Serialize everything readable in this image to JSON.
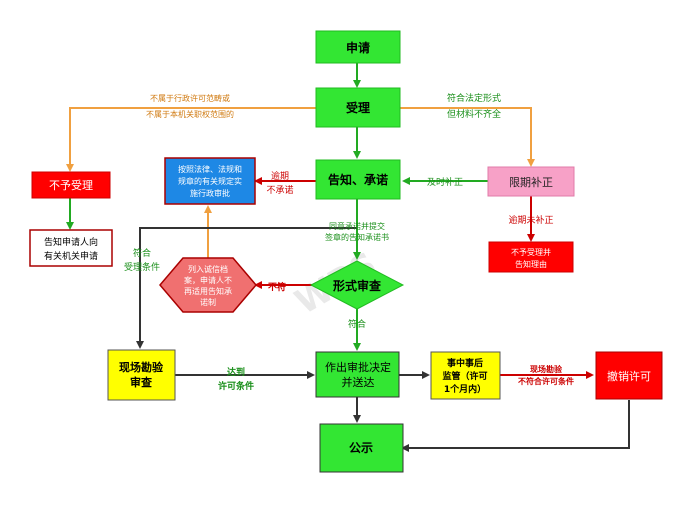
{
  "nodes": {
    "apply": "申请",
    "accept": "受理",
    "notify": "告知、承诺",
    "reject": "不予受理",
    "notify_reject_1": "告知申请人向",
    "notify_reject_2": "有关机关申请",
    "deadline": "限期补正",
    "no_accept_1": "不予受理并",
    "no_accept_2": "告知理由",
    "law_1": "按照法律、法规和",
    "law_2": "规章的有关规定实",
    "law_3": "施行政审批",
    "list_1": "列入诚信档",
    "list_2": "案，申请人不",
    "list_3": "再适用告知承",
    "list_4": "诺制",
    "formal_review": "形式审查",
    "onsite_1": "现场勘验",
    "onsite_2": "审查",
    "decide_1": "作出审批决定",
    "decide_2": "并送达",
    "supervise_1": "事中事后",
    "supervise_2": "监管（许可",
    "supervise_3": "1个月内）",
    "revoke": "撤销许可",
    "publicize": "公示"
  },
  "edge_labels": {
    "not_scope_1": "不属于行政许可范畴或",
    "not_scope_2": "不属于本机关职权范围的",
    "legal_form_1": "符合法定形式",
    "legal_form_2": "但材料不齐全",
    "overdue_1": "逾期",
    "overdue_2": "不承诺",
    "timely_fix": "及时补正",
    "overdue_fix": "逾期未补正",
    "agree_1": "同意承诺并提交",
    "agree_2": "签章的告知承诺书",
    "meets_accept_1": "符合",
    "meets_accept_2": "受理条件",
    "not_meet": "不符",
    "meets": "符合",
    "reach_1": "达到",
    "reach_2": "许可条件",
    "onsite_fail_1": "现场勘验",
    "onsite_fail_2": "不符合许可条件"
  },
  "watermark": "WPS",
  "colors": {
    "green": "#33e633",
    "green_dark": "#118811",
    "red": "#ff0000",
    "red_dark": "#aa0000",
    "orange": "#f0a040",
    "pink": "#f7a1c7",
    "blue": "#1e88e5",
    "yellow": "#ffff00",
    "salmon": "#f07070",
    "edge_green": "#22aa22",
    "edge_red": "#cc0000",
    "edge_dark": "#333333",
    "text_green": "#1a8f1a",
    "text_orange": "#d07a10",
    "text_red": "#cc0000"
  }
}
